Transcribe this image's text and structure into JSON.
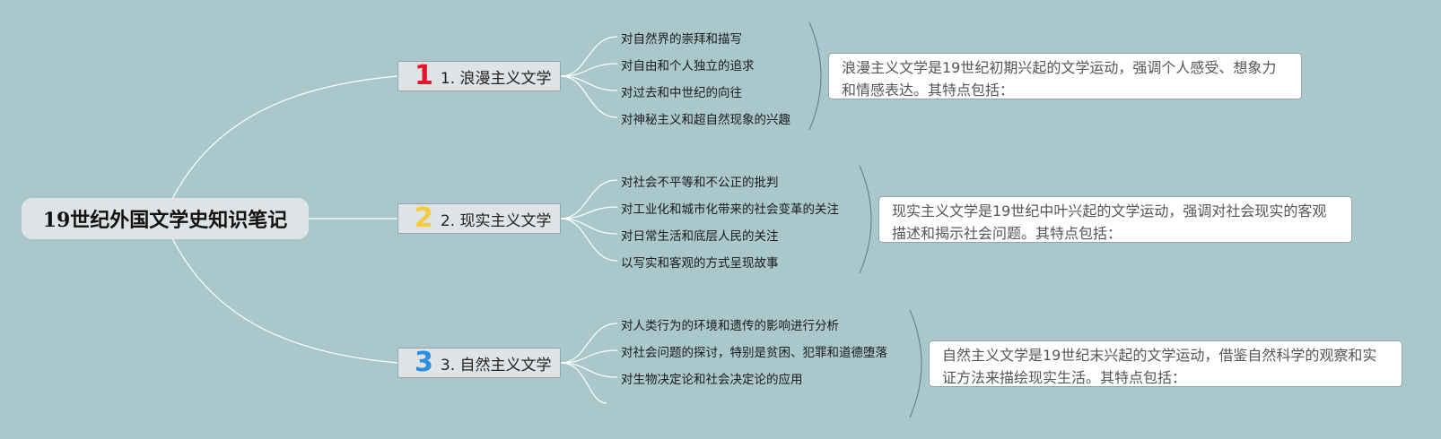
{
  "central": {
    "title": "19世纪外国文学史知识笔记"
  },
  "branches": [
    {
      "marker": "1",
      "marker_color": "#e0182f",
      "label": "1. 浪漫主义文学",
      "items": [
        "对自然界的崇拜和描写",
        "对自由和个人独立的追求",
        "对过去和中世纪的向往",
        "对神秘主义和超自然现象的兴趣"
      ],
      "summary": "浪漫主义文学是19世纪初期兴起的文学运动，强调个人感受、想象力和情感表达。其特点包括："
    },
    {
      "marker": "2",
      "marker_color": "#f4cc3a",
      "label": "2. 现实主义文学",
      "items": [
        "对社会不平等和不公正的批判",
        "对工业化和城市化带来的社会变革的关注",
        "对日常生活和底层人民的关注",
        "以写实和客观的方式呈现故事"
      ],
      "summary": "现实主义文学是19世纪中叶兴起的文学运动，强调对社会现实的客观描述和揭示社会问题。其特点包括："
    },
    {
      "marker": "3",
      "marker_color": "#2a8fe0",
      "label": "3. 自然主义文学",
      "items": [
        "对人类行为的环境和遗传的影响进行分析",
        "对社会问题的探讨，特别是贫困、犯罪和道德堕落",
        "对生物决定论和社会决定论的应用",
        ""
      ],
      "summary": "自然主义文学是19世纪末兴起的文学运动，借鉴自然科学的观察和实证方法来描绘现实生活。其特点包括："
    }
  ],
  "colors": {
    "background": "#aac8cb",
    "connector": "#ffffff",
    "bracket": "#5f8a88"
  }
}
